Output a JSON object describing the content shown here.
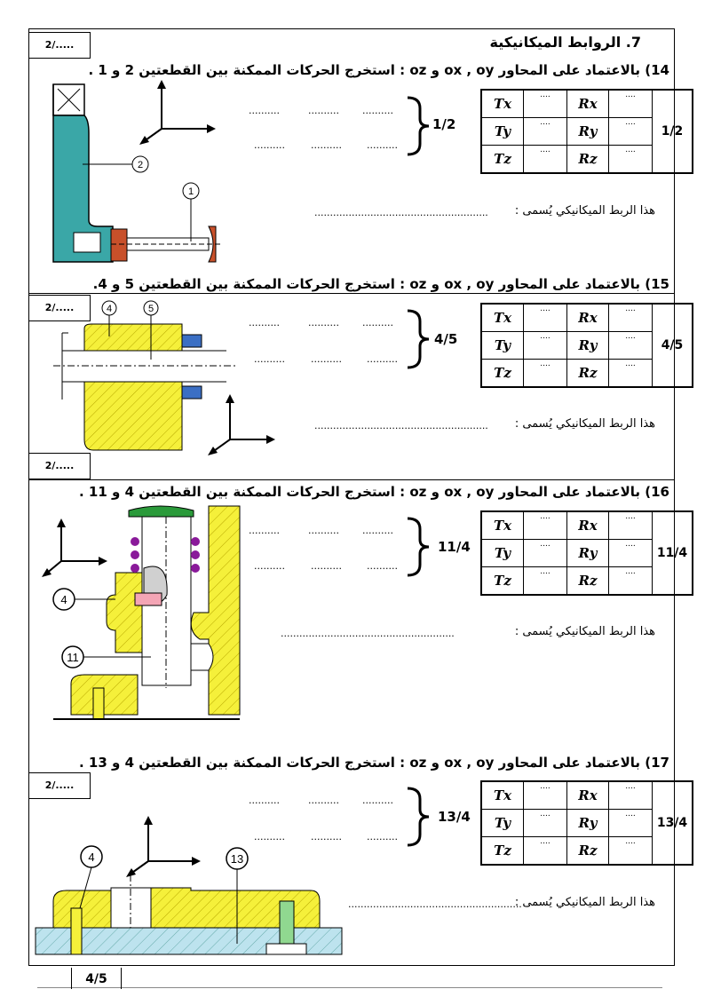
{
  "section_title": "7. الروابط الميكانيكية",
  "score_text": "2/.....",
  "dots_short": "..........",
  "dots_long": "........................................................",
  "named_label": "هذا الربط الميكانيكي يُسمى :",
  "dof_labels": {
    "tx": "Tx",
    "ty": "Ty",
    "tz": "Tz",
    "rx": "Rx",
    "ry": "Ry",
    "rz": "Rz",
    "cell": "...."
  },
  "questions": [
    {
      "text": "14) بالاعتماد على المحاور ox , oy و oz : استخرج الحركات الممكنة بين القطعتين 2 و 1 .",
      "pair": "1/2",
      "parts": [
        "2",
        "1"
      ]
    },
    {
      "text": "15) بالاعتماد على المحاور ox , oy و oz : استخرج الحركات الممكنة بين القطعتين 5 و 4.",
      "pair": "4/5",
      "parts": [
        "4",
        "5"
      ]
    },
    {
      "text": "16) بالاعتماد على المحاور ox , oy و oz : استخرج الحركات الممكنة بين القطعتين 4 و 11 .",
      "pair": "11/4",
      "parts": [
        "4",
        "11"
      ]
    },
    {
      "text": "17) بالاعتماد على المحاور ox , oy و oz : استخرج الحركات الممكنة بين القطعتين 4 و 13 .",
      "pair": "13/4",
      "parts": [
        "4",
        "13"
      ]
    }
  ],
  "page_number": "4/5",
  "colors": {
    "teal": "#3aa7a7",
    "yellow": "#f5f03a",
    "blue": "#3b6fc4",
    "brick": "#c8502a",
    "green": "#2a9a3a",
    "purple": "#8a1a9a",
    "lightblue": "#bde3ee"
  }
}
